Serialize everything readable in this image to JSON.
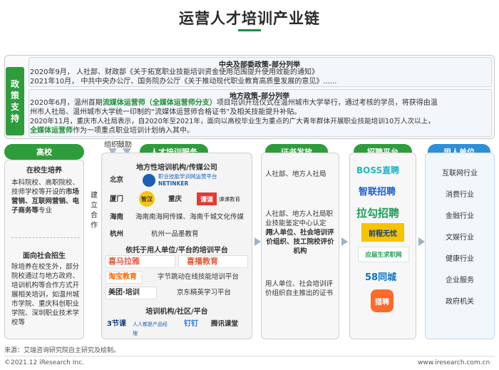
{
  "title": "运营人才培训产业链",
  "policy": {
    "side_label": [
      "政",
      "策",
      "支",
      "持"
    ],
    "central": {
      "heading": "中央及部委政策-部分列举",
      "lines": [
        "2020年9月，  人社部、财政部《关于拓宽职业技能培训资金使用范围提升使用效能的通知》",
        "2021年10月，  中共中央办公厅、国务院办公厅《关于推动现代职业教育高质量发展的意见》......"
      ]
    },
    "local": {
      "heading": "地方政策-部分列举",
      "line1_a": "2020年6月，温州首期",
      "line1_hl": "流媒体运营师（全媒体运营师分支）",
      "line1_b": "项目培训开班仪式在温州城市大学举行，通过考核的学员，将获得由温",
      "line2": "州市人社局、温州城市大学统一印制的“流媒体运营师合格证书”及相关技能提升补贴。",
      "line3": "2020年11月，重庆市人社局表示，自2020年至2021年，面向以高校毕业生为重点的广大青年群体开展职业技能培训10万人次以上，",
      "line4_hl": "全媒体运营师",
      "line4_b": "作为一项重点职业培训计划纳入其中。"
    }
  },
  "labels": {
    "organize": "组织",
    "encourage": "鼓励",
    "build_coop": [
      "建",
      "立",
      "合",
      "作"
    ]
  },
  "gaoxiao": {
    "head": "高校",
    "sec1_title": "在校生培养",
    "sec1_text_a": "本科院校、高职院校、技师学校等开设的",
    "sec1_text_b": "市场营销、互联网营销、电子商务等",
    "sec1_text_c": "专业",
    "sec2_title": "面向社会招生",
    "sec2_text": "除培养在校生外，部分院校通过与地方政府、培训机构等合作方式开展相关培训，如温州城市学院、重庆科创职业学院、深圳职业技术学校等"
  },
  "training": {
    "head": "人才培训服务",
    "local_title": "地方性培训机构/传媒公司",
    "rows": [
      {
        "city": "北京",
        "orgs": [
          "职业技能学训网运营平台",
          "NETINKER"
        ]
      },
      {
        "city": "厦门",
        "orgs": [
          "智汉"
        ]
      },
      {
        "city": "重庆",
        "orgs": [
          "谭课",
          "谭课教育"
        ]
      },
      {
        "city": "海南",
        "orgs": [
          "海南南海网传媒、海南千城文化传媒"
        ]
      },
      {
        "city": "杭州",
        "orgs": [
          "杭州一品墨教育"
        ]
      }
    ],
    "platform_title": "依托于用人单位/平台的培训平台",
    "platforms": [
      "喜马拉雅",
      "喜播教育",
      "淘宝教育",
      "字节跳动在线技能培训平台",
      "美团·培训",
      "京东精英学习平台"
    ],
    "community_title": "培训机构/社区/平台",
    "community": [
      "3节课",
      "人人都是产品经理",
      "钉钉",
      "腾讯课堂"
    ]
  },
  "certificate": {
    "head": "证书发放",
    "item1": "人社部、地方人社局",
    "item2_a": "人社部、地方人社局职业技能鉴定中心认定的：",
    "item2_b": "用人单位、社会培训评价组织、技工院校评价机构",
    "item3": "用人单位、社会培训评价组织自主推出的证书"
  },
  "recruit": {
    "head": "招聘平台",
    "items": [
      "BOSS直聘",
      "智联招聘",
      "拉勾招聘",
      "前程无忧",
      "应届生求职网",
      "58同城",
      "猎聘"
    ]
  },
  "employer": {
    "head": "用人单位",
    "items": [
      "互联网行业",
      "消费行业",
      "金融行业",
      "文娱行业",
      "健康行业",
      "企业服务",
      "政府机关"
    ]
  },
  "footer": {
    "source": "来源：艾瑞咨询研究院自主研究及绘制。",
    "copyright": "©2021.12 iResearch Inc.",
    "url": "www.iresearch.com.cn"
  },
  "colors": {
    "green": "#2f9c3c",
    "blue": "#2e8fd6",
    "highlight": "#1f8f3a"
  }
}
